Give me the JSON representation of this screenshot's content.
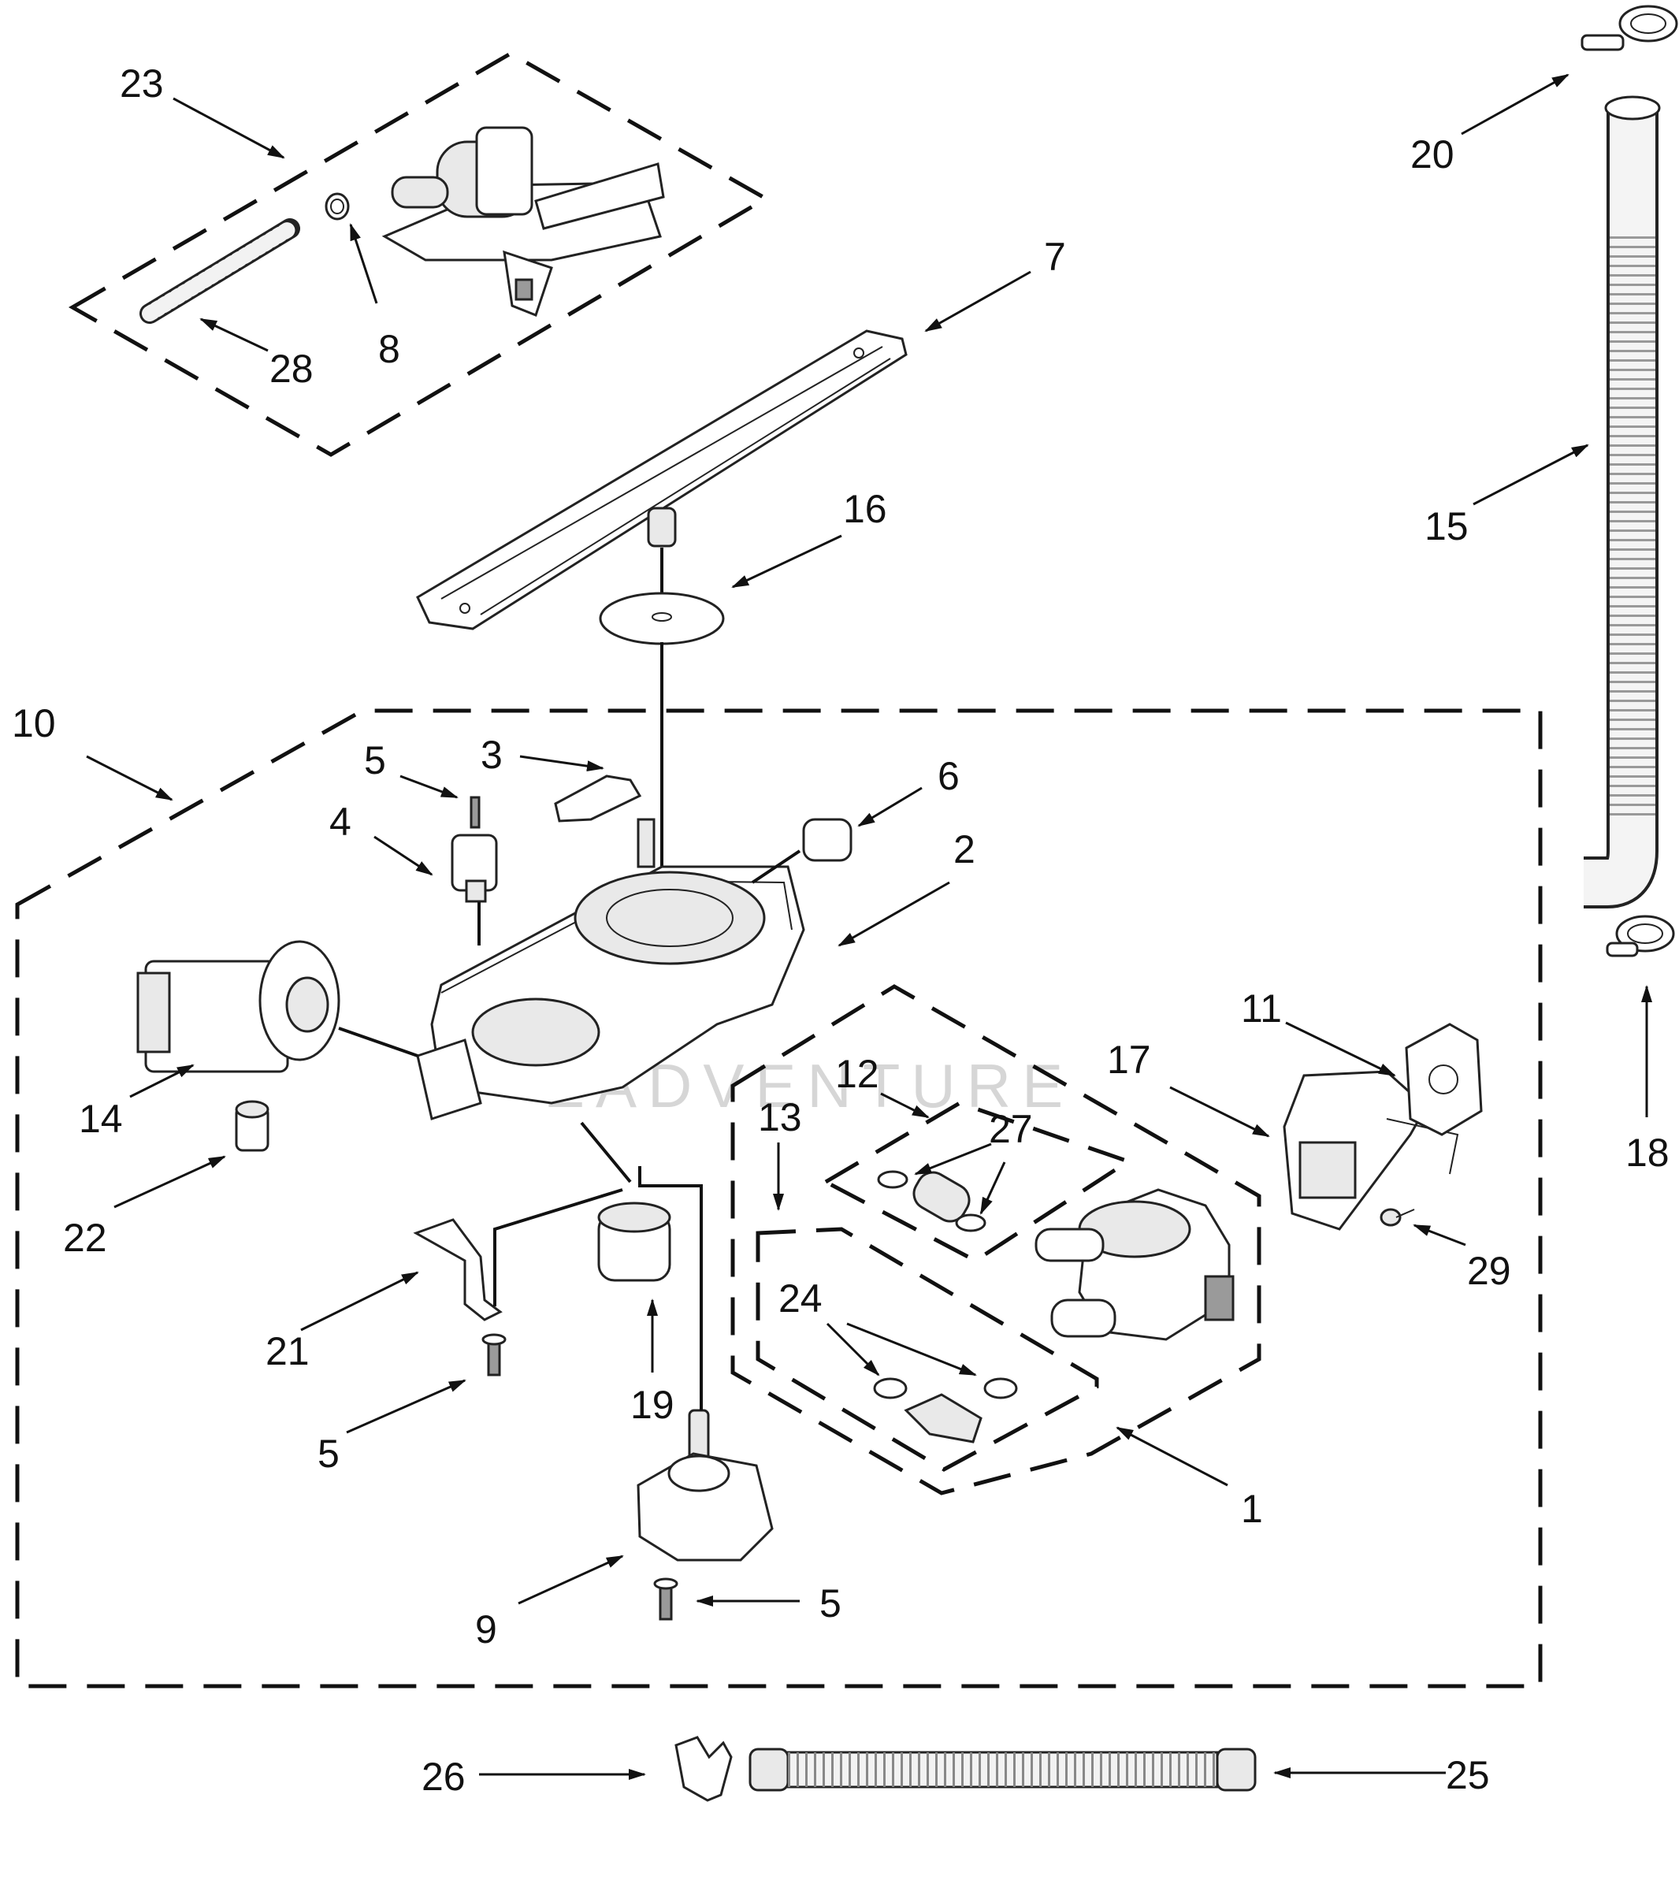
{
  "callouts": [
    {
      "id": "c23",
      "text": "23"
    },
    {
      "id": "c28",
      "text": "28"
    },
    {
      "id": "c8",
      "text": "8"
    },
    {
      "id": "c7",
      "text": "7"
    },
    {
      "id": "c20",
      "text": "20"
    },
    {
      "id": "c15",
      "text": "15"
    },
    {
      "id": "c16",
      "text": "16"
    },
    {
      "id": "c10",
      "text": "10"
    },
    {
      "id": "c5a",
      "text": "5"
    },
    {
      "id": "c3",
      "text": "3"
    },
    {
      "id": "c6",
      "text": "6"
    },
    {
      "id": "c4",
      "text": "4"
    },
    {
      "id": "c2",
      "text": "2"
    },
    {
      "id": "c14",
      "text": "14"
    },
    {
      "id": "c11",
      "text": "11"
    },
    {
      "id": "c17",
      "text": "17"
    },
    {
      "id": "c18",
      "text": "18"
    },
    {
      "id": "c12",
      "text": "12"
    },
    {
      "id": "c13",
      "text": "13"
    },
    {
      "id": "c27",
      "text": "27"
    },
    {
      "id": "c22",
      "text": "22"
    },
    {
      "id": "c29",
      "text": "29"
    },
    {
      "id": "c24",
      "text": "24"
    },
    {
      "id": "c21",
      "text": "21"
    },
    {
      "id": "c19",
      "text": "19"
    },
    {
      "id": "c5b",
      "text": "5"
    },
    {
      "id": "c1",
      "text": "1"
    },
    {
      "id": "c5c",
      "text": "5"
    },
    {
      "id": "c9",
      "text": "9"
    },
    {
      "id": "c26",
      "text": "26"
    },
    {
      "id": "c25",
      "text": "25"
    }
  ],
  "watermark": "EADVENTURE"
}
